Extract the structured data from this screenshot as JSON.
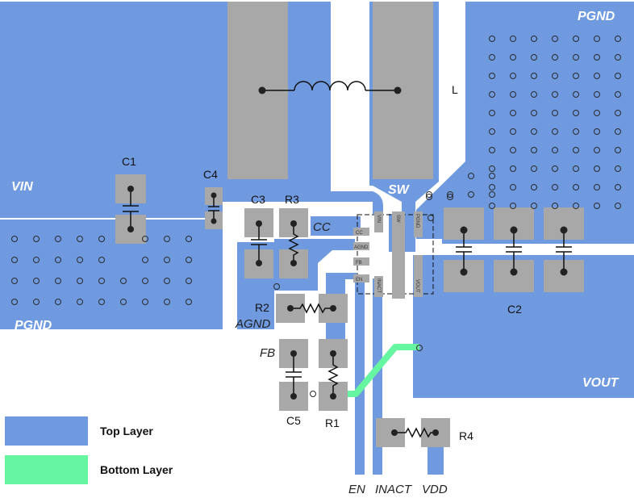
{
  "colors": {
    "top_layer": "#6f9ae0",
    "bottom_layer": "#66f5a0",
    "pad": "#a8a8a8",
    "background": "#ffffff"
  },
  "nets": {
    "vin": "VIN",
    "pgnd_top": "PGND",
    "pgnd_left": "PGND",
    "sw": "SW",
    "vout": "VOUT",
    "cc": "CC",
    "agnd": "AGND",
    "fb": "FB",
    "en": "EN",
    "inact": "INACT",
    "vdd": "VDD"
  },
  "components": {
    "l": "L",
    "c1": "C1",
    "c2": "C2",
    "c3": "C3",
    "c4": "C4",
    "c5": "C5",
    "r1": "R1",
    "r2": "R2",
    "r3": "R3",
    "r4": "R4"
  },
  "ic_pins": {
    "cc": "CC",
    "agnd": "AGND",
    "fb": "FB",
    "en": "EN",
    "vin": "VIN",
    "sw": "SW",
    "pgnd": "PGND",
    "inact": "INACT",
    "vout": "VOUT"
  },
  "legend": {
    "top_layer": "Top Layer",
    "bottom_layer": "Bottom Layer"
  }
}
